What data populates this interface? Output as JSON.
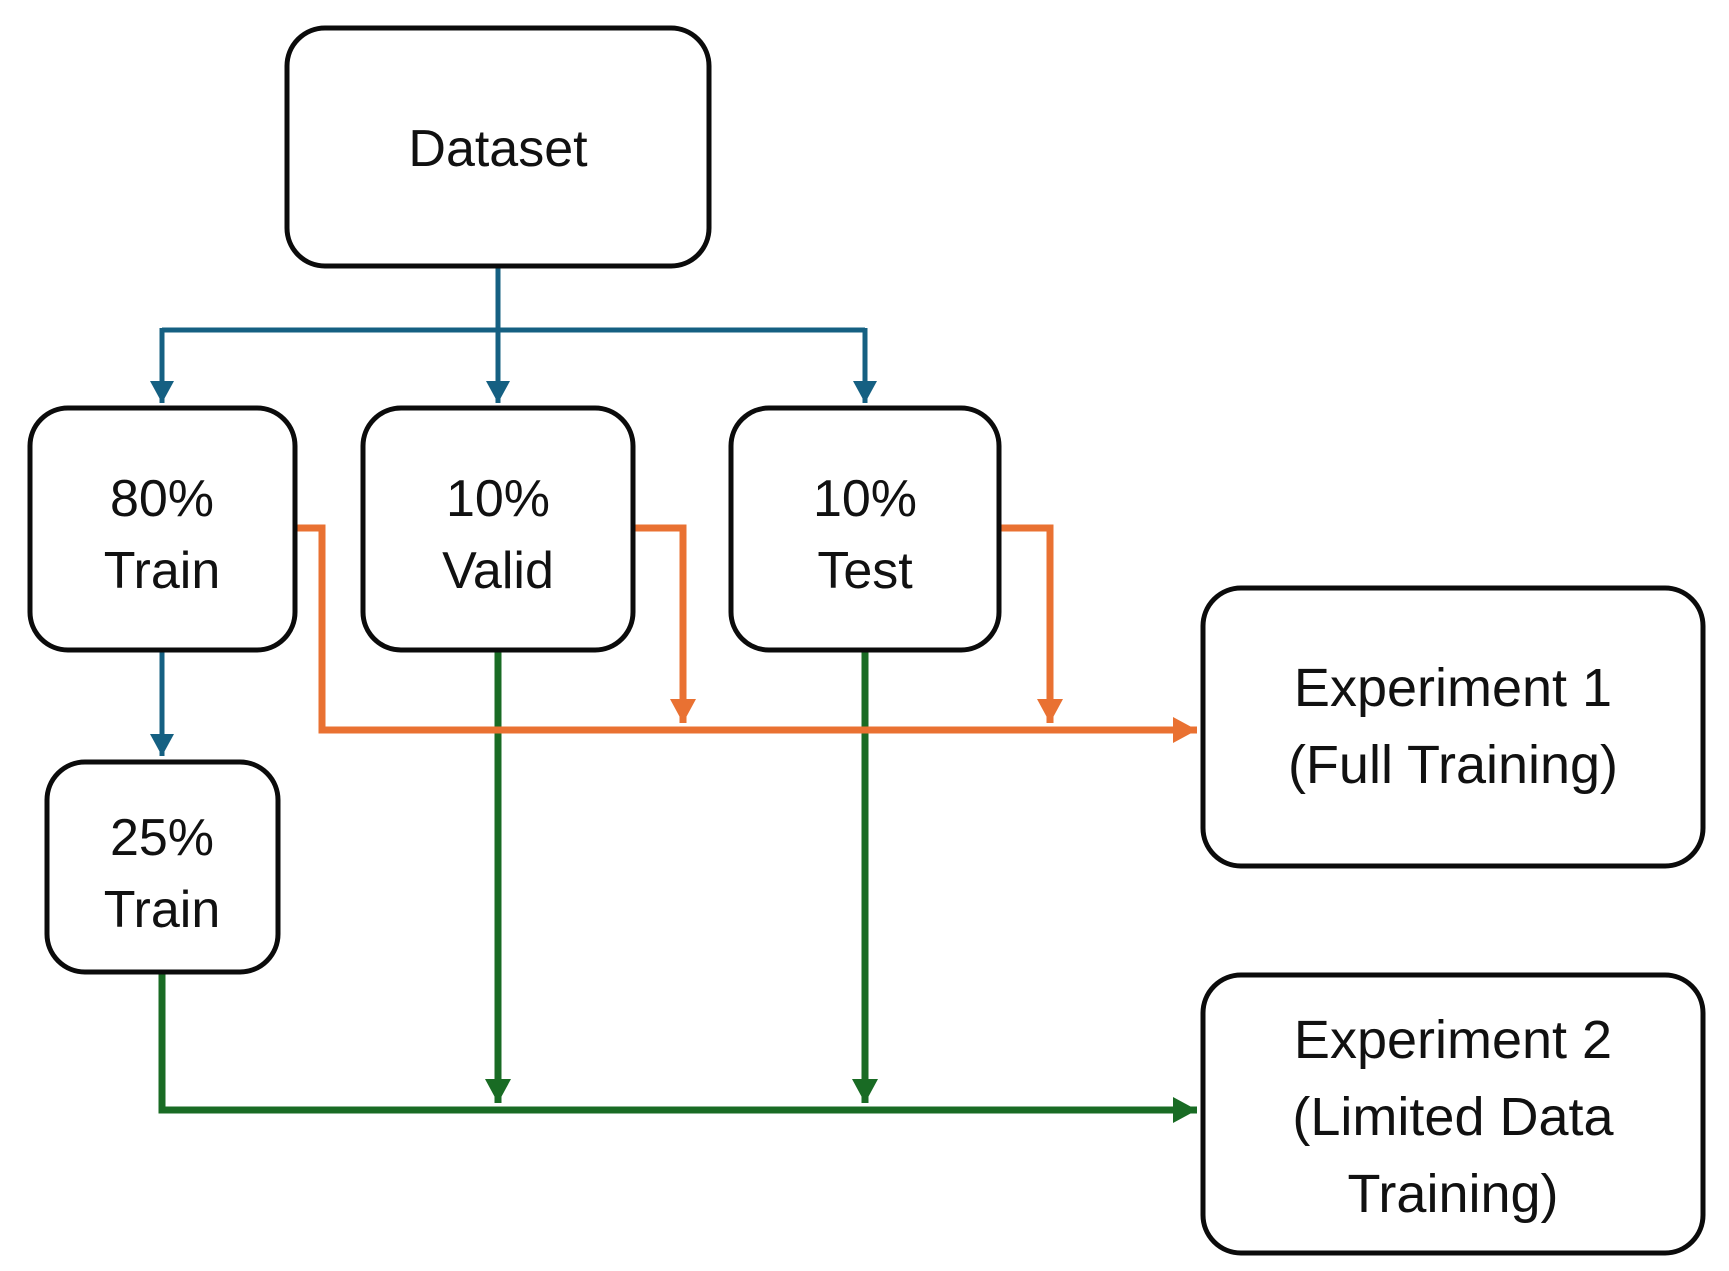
{
  "diagram": {
    "type": "flowchart",
    "colors": {
      "flow-blue": "#156082",
      "flow-orange": "#E97132",
      "flow-green": "#196B24",
      "node-border": "#0B0B0B",
      "node-fill": "#FFFFFF",
      "text": "#111111",
      "background": "#FFFFFF"
    },
    "nodes": {
      "dataset": {
        "lines": [
          "Dataset"
        ]
      },
      "train80": {
        "lines": [
          "80%",
          "Train"
        ]
      },
      "valid10": {
        "lines": [
          "10%",
          "Valid"
        ]
      },
      "test10": {
        "lines": [
          "10%",
          "Test"
        ]
      },
      "train25": {
        "lines": [
          "25%",
          "Train"
        ]
      },
      "experiment1": {
        "lines": [
          "Experiment 1",
          "(Full Training)"
        ]
      },
      "experiment2": {
        "lines": [
          "Experiment 2",
          "(Limited Data",
          "Training)"
        ]
      }
    },
    "edges": [
      {
        "from": "dataset",
        "to": "train80",
        "color": "flow-blue"
      },
      {
        "from": "dataset",
        "to": "valid10",
        "color": "flow-blue"
      },
      {
        "from": "dataset",
        "to": "test10",
        "color": "flow-blue"
      },
      {
        "from": "train80",
        "to": "train25",
        "color": "flow-blue"
      },
      {
        "from": "train80",
        "to": "experiment1",
        "color": "flow-orange"
      },
      {
        "from": "valid10",
        "to": "experiment1",
        "color": "flow-orange"
      },
      {
        "from": "test10",
        "to": "experiment1",
        "color": "flow-orange"
      },
      {
        "from": "train25",
        "to": "experiment2",
        "color": "flow-green"
      },
      {
        "from": "valid10",
        "to": "experiment2",
        "color": "flow-green"
      },
      {
        "from": "test10",
        "to": "experiment2",
        "color": "flow-green"
      }
    ]
  }
}
